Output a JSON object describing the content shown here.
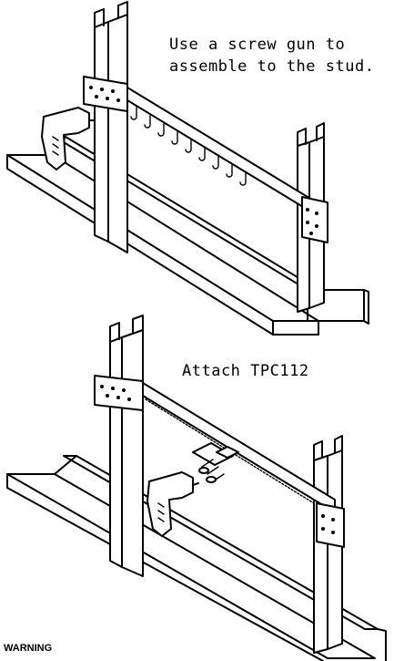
{
  "figure": {
    "caption_top_line1": "Use a screw gun to",
    "caption_top_line2": "assemble to the stud.",
    "caption_bottom": "Attach TPC112",
    "warning": "WARNING"
  }
}
